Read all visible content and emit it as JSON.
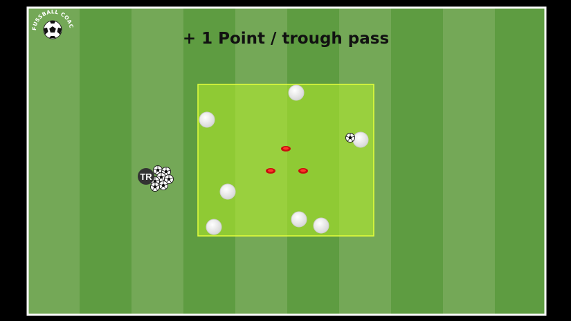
{
  "logo": {
    "text": "FUSSBALL COACH",
    "icon": "soccer-ball-icon"
  },
  "drill": {
    "title": "+ 1 Point / trough pass"
  },
  "coach": {
    "label": "TR"
  },
  "colors": {
    "stripe_light": "#76a857",
    "stripe_dark": "#5c9a40",
    "line": "#ffffff",
    "zone_fill": "#a8e32c",
    "zone_border": "#e8ff40",
    "player": "#ffffff",
    "cone": "#d81010",
    "coach": "#333333"
  }
}
